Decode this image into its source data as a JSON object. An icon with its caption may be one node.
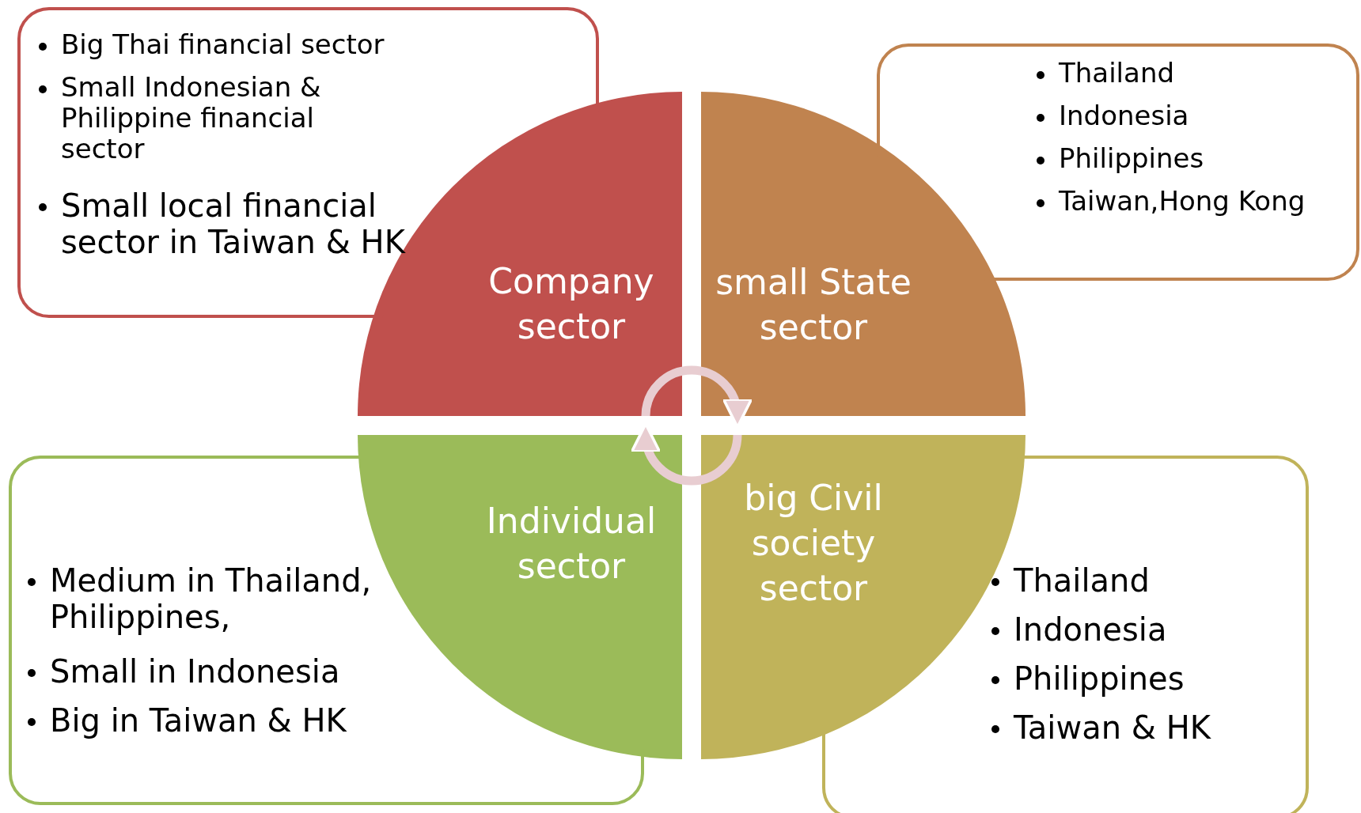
{
  "diagram": {
    "nodes": [
      {
        "text": [
          "Big Thai financial sector",
          "Small Indonesian & Philippine financial sector",
          "Small local financial sector in Taiwan & HK"
        ]
      },
      {
        "text": [
          "Company sector"
        ]
      },
      {
        "text": [
          "small State sector"
        ]
      },
      {
        "text": [
          "Thailand",
          "Indonesia",
          "Philippines",
          "Taiwan,Hong Kong"
        ]
      },
      {
        "text": [
          "Individual sector"
        ]
      },
      {
        "text": [
          "big Civil society sector"
        ]
      },
      {
        "text": [
          "Medium in Thailand, Philippines,",
          "Small in Indonesia",
          "Big in Taiwan & HK"
        ]
      },
      {
        "text": [
          "Thailand",
          "Indonesia",
          "Philippines",
          "Taiwan & HK"
        ]
      }
    ],
    "edges": [
      {
        "from": 1,
        "to": 2,
        "arrow": "to"
      },
      {
        "from": 5,
        "to": 4,
        "arrow": "to"
      }
    ]
  }
}
